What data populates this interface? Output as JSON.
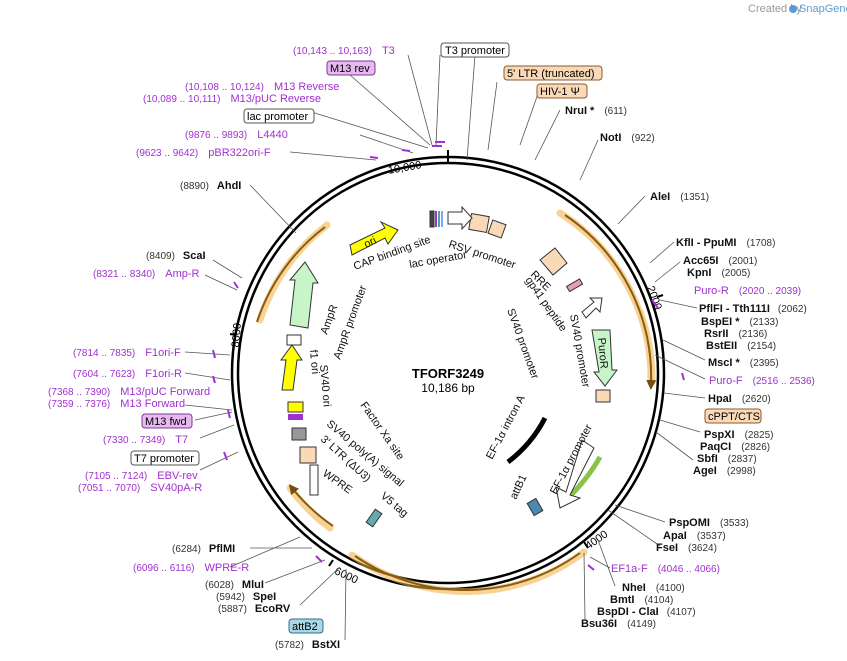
{
  "credit": {
    "text": "Created by",
    "brand": "SnapGene"
  },
  "plasmid": {
    "name": "TFORF3249",
    "size": "10,186 bp"
  },
  "ticks": [
    "2000",
    "4000",
    "6000",
    "8000",
    "10,000"
  ],
  "enzymes_right": [
    {
      "name": "NruI *",
      "pos": "(611)"
    },
    {
      "name": "NotI",
      "pos": "(922)"
    },
    {
      "name": "AleI",
      "pos": "(1351)"
    },
    {
      "name": "KflI - PpuMI",
      "pos": "(1708)"
    },
    {
      "name": "Acc65I",
      "pos": "(2001)"
    },
    {
      "name": "KpnI",
      "pos": "(2005)"
    },
    {
      "name": "PflFI - Tth111I",
      "pos": "(2062)"
    },
    {
      "name": "BspEI *",
      "pos": "(2133)"
    },
    {
      "name": "RsrII",
      "pos": "(2136)"
    },
    {
      "name": "BstEII",
      "pos": "(2154)"
    },
    {
      "name": "MscI *",
      "pos": "(2395)"
    },
    {
      "name": "HpaI",
      "pos": "(2620)"
    },
    {
      "name": "PspXI",
      "pos": "(2825)"
    },
    {
      "name": "PaqCI",
      "pos": "(2826)"
    },
    {
      "name": "SbfI",
      "pos": "(2837)"
    },
    {
      "name": "AgeI",
      "pos": "(2998)"
    },
    {
      "name": "PspOMI",
      "pos": "(3533)"
    },
    {
      "name": "ApaI",
      "pos": "(3537)"
    },
    {
      "name": "FseI",
      "pos": "(3624)"
    },
    {
      "name": "NheI",
      "pos": "(4100)"
    },
    {
      "name": "BmtI",
      "pos": "(4104)"
    },
    {
      "name": "BspDI - ClaI",
      "pos": "(4107)"
    },
    {
      "name": "Bsu36I",
      "pos": "(4149)"
    }
  ],
  "enzymes_left": [
    {
      "name": "AhdI",
      "pos": "(8890)"
    },
    {
      "name": "ScaI",
      "pos": "(8409)"
    },
    {
      "name": "PflMI",
      "pos": "(6284)"
    },
    {
      "name": "MluI",
      "pos": "(6028)"
    },
    {
      "name": "SpeI",
      "pos": "(5942)"
    },
    {
      "name": "EcoRV",
      "pos": "(5887)"
    },
    {
      "name": "BstXI",
      "pos": "(5782)"
    }
  ],
  "primers": [
    {
      "name": "T3",
      "range": "(10,143 .. 10,163)"
    },
    {
      "name": "M13 Reverse",
      "range": "(10,108 .. 10,124)"
    },
    {
      "name": "M13/pUC Reverse",
      "range": "(10,089 .. 10,111)"
    },
    {
      "name": "L4440",
      "range": "(9876 .. 9893)"
    },
    {
      "name": "pBR322ori-F",
      "range": "(9623 .. 9642)"
    },
    {
      "name": "Amp-R",
      "range": "(8321 .. 8340)"
    },
    {
      "name": "F1ori-F",
      "range": "(7814 .. 7835)"
    },
    {
      "name": "F1ori-R",
      "range": "(7604 .. 7623)"
    },
    {
      "name": "M13/pUC Forward",
      "range": "(7368 .. 7390)"
    },
    {
      "name": "M13 Forward",
      "range": "(7359 .. 7376)"
    },
    {
      "name": "T7",
      "range": "(7330 .. 7349)"
    },
    {
      "name": "EBV-rev",
      "range": "(7105 .. 7124)"
    },
    {
      "name": "SV40pA-R",
      "range": "(7051 .. 7070)"
    },
    {
      "name": "WPRE-R",
      "range": "(6096 .. 6116)"
    },
    {
      "name": "Puro-R",
      "range": "(2020 .. 2039)"
    },
    {
      "name": "Puro-F",
      "range": "(2516 .. 2536)"
    },
    {
      "name": "EF1a-F",
      "range": "(4046 .. 4066)"
    }
  ],
  "boxed_labels": {
    "t3_promoter": "T3 promoter",
    "m13_rev": "M13 rev",
    "ltr5": "5' LTR (truncated)",
    "hiv": "HIV-1 Ψ",
    "lac_promoter": "lac promoter",
    "cppt": "cPPT/CTS",
    "m13_fwd": "M13 fwd",
    "t7_promoter": "T7 promoter",
    "attb2": "attB2"
  },
  "inner_features": {
    "rsv": "RSV promoter",
    "cap": "CAP binding site",
    "lac_op": "lac operator",
    "ori": "ori",
    "ampr": "AmpR",
    "ampr_prom": "AmpR promoter",
    "rre": "RRE",
    "gp41": "gp41 peptide",
    "sv40_prom1": "SV40 promoter",
    "sv40_prom2": "SV40 promoter",
    "puror": "PuroR",
    "f1ori": "f1 ori",
    "sv40ori": "SV40 ori",
    "factorxa": "Factor Xa site",
    "sv40polya": "SV40 poly(A) signal",
    "ltr3": "3' LTR (ΔU3)",
    "wpre": "WPRE",
    "v5": "V5 tag",
    "ef1a_intron": "EF-1α intron A",
    "ef1a_prom": "EF-1α promoter",
    "attb1": "attB1"
  },
  "colors": {
    "primer": "#a030d0",
    "feature_fill": "#fad9b7",
    "green_fill": "#c8f5c8",
    "yellow_fill": "#ffff00",
    "orange_arc": "#e8a030",
    "brand": "#5b9bd5"
  }
}
